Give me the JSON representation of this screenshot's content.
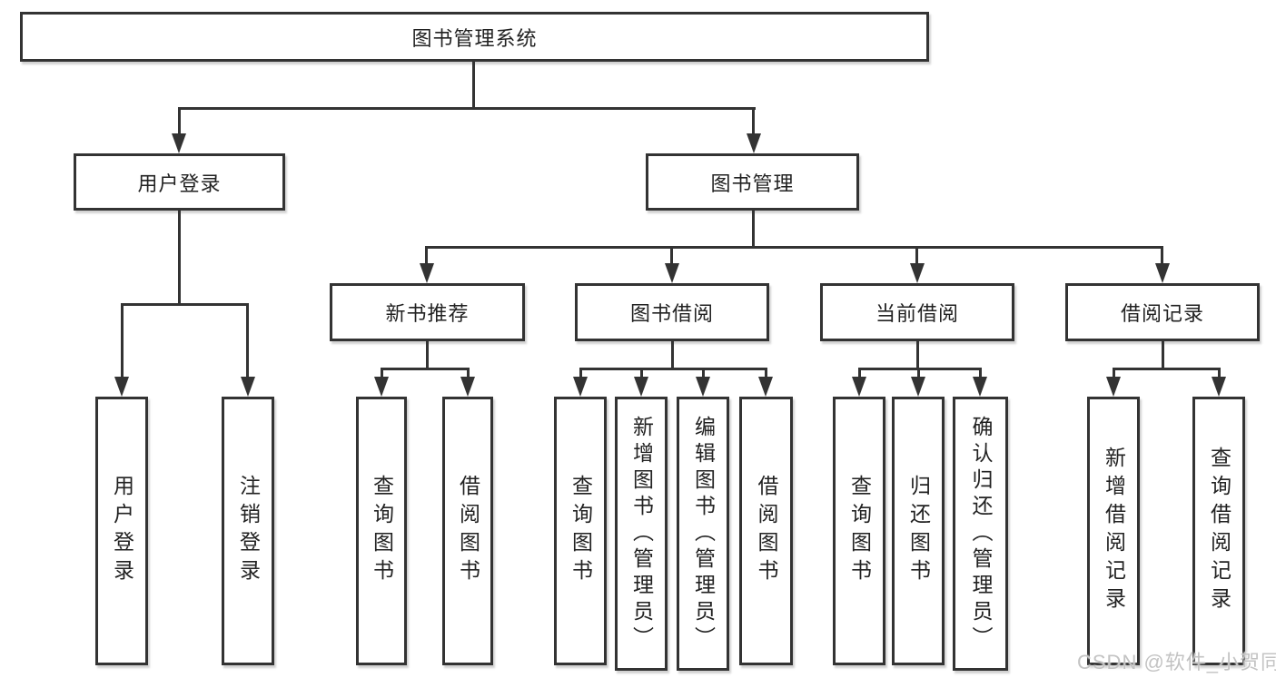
{
  "diagram": {
    "root": {
      "label": "图书管理系统"
    },
    "level2": [
      {
        "id": "user-login",
        "label": "用户登录"
      },
      {
        "id": "book-management",
        "label": "图书管理"
      }
    ],
    "level3": [
      {
        "id": "new-book-recommend",
        "label": "新书推荐"
      },
      {
        "id": "book-borrow",
        "label": "图书借阅"
      },
      {
        "id": "current-borrow",
        "label": "当前借阅"
      },
      {
        "id": "borrow-records",
        "label": "借阅记录"
      }
    ],
    "leaves": {
      "user_login": [
        "用户登录",
        "注销登录"
      ],
      "new_book_recommend": [
        "查询图书",
        "借阅图书"
      ],
      "book_borrow": [
        "查询图书",
        "新增图书（管理员）",
        "编辑图书（管理员）",
        "借阅图书"
      ],
      "current_borrow": [
        "查询图书",
        "归还图书",
        "确认归还（管理员）"
      ],
      "borrow_records": [
        "新增借阅记录",
        "查询借阅记录"
      ]
    },
    "watermark": "CSDN @软件_小贺同学",
    "colors": {
      "line": "#333333",
      "text": "#222222",
      "background": "#ffffff",
      "watermark": "#c3c3c3"
    }
  }
}
